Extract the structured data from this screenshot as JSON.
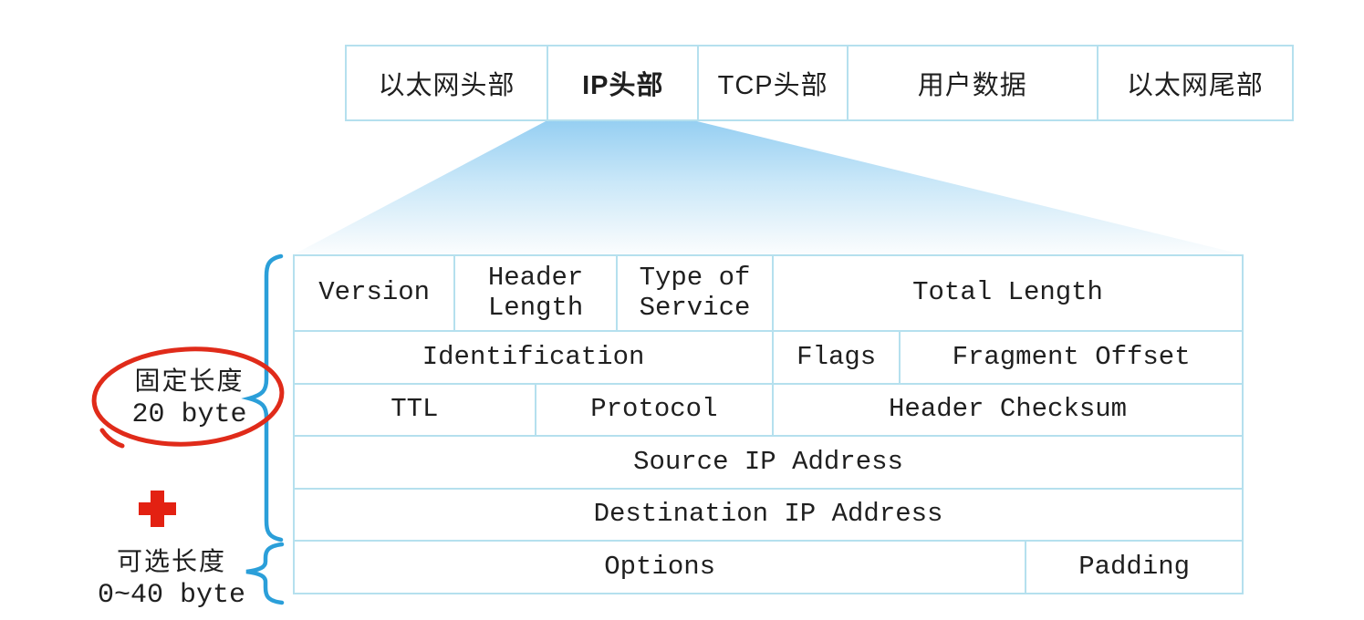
{
  "frame_row": {
    "cells": [
      {
        "label": "以太网头部"
      },
      {
        "label": "IP头部"
      },
      {
        "label": "TCP头部"
      },
      {
        "label": "用户数据"
      },
      {
        "label": "以太网尾部"
      }
    ]
  },
  "ip_table": {
    "rows": [
      {
        "cells": [
          {
            "label": "Version"
          },
          {
            "label": "Header Length"
          },
          {
            "label": "Type of Service"
          },
          {
            "label": "Total Length"
          }
        ]
      },
      {
        "cells": [
          {
            "label": "Identification"
          },
          {
            "label": "Flags"
          },
          {
            "label": "Fragment Offset"
          }
        ]
      },
      {
        "cells": [
          {
            "label": "TTL"
          },
          {
            "label": "Protocol"
          },
          {
            "label": "Header Checksum"
          }
        ]
      },
      {
        "cells": [
          {
            "label": "Source IP Address"
          }
        ]
      },
      {
        "cells": [
          {
            "label": "Destination IP Address"
          }
        ]
      },
      {
        "cells": [
          {
            "label": "Options"
          },
          {
            "label": "Padding"
          }
        ]
      }
    ]
  },
  "annotations": {
    "fixed_length_line1": "固定长度",
    "fixed_length_line2": "20 byte",
    "optional_length_line1": "可选长度",
    "optional_length_line2": "0~40 byte"
  },
  "icons": {
    "plus": "red-plus-icon",
    "circle": "red-circle-annotation",
    "brace_fixed": "curly-brace-fixed-icon",
    "brace_optional": "curly-brace-optional-icon",
    "funnel": "zoom-funnel-shape"
  },
  "colors": {
    "border": "#b5e0ee",
    "brace": "#2b9fd9",
    "red": "#e32112",
    "funnel_top": "#9dd3f4",
    "funnel_bottom": "#f4fafd",
    "text": "#1f1f1f"
  }
}
